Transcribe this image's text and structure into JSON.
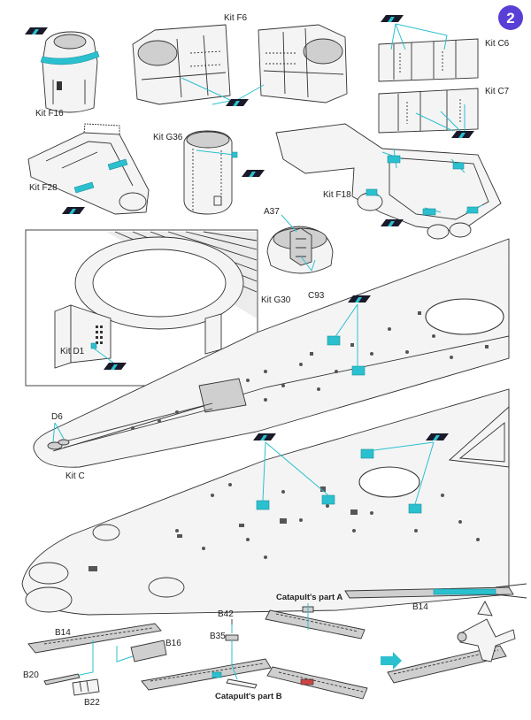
{
  "step_badge": "2",
  "labels": {
    "kit_f16": "Kit F16",
    "kit_f6": "Kit F6",
    "kit_c6": "Kit C6",
    "kit_c7": "Kit C7",
    "kit_f28": "Kit F28",
    "kit_g36": "Kit G36",
    "kit_f18": "Kit F18",
    "a37": "A37",
    "kit_g30": "Kit G30",
    "c93": "C93",
    "kit_d1": "Kit D1",
    "d6": "D6",
    "kit_c": "Kit C",
    "b14_top": "B14",
    "b14": "B14",
    "b16": "B16",
    "b20": "B20",
    "b22": "B22",
    "b42": "B42",
    "b35": "B35",
    "catapult_a": "Catapult's part A",
    "catapult_b": "Catapult's part B"
  },
  "colors": {
    "accent_cyan": "#2bc0cf",
    "badge_purple": "#5a3fd6",
    "etch_dark": "#1a1a2a"
  }
}
